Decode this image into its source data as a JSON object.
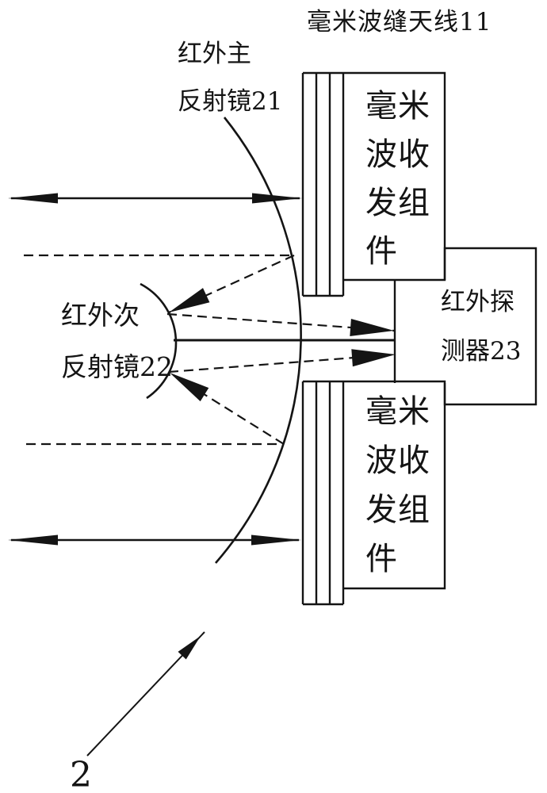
{
  "figure": {
    "background": "#ffffff",
    "ink": "#141414",
    "title_label": "毫米波缝天线11",
    "primary_mirror_label_line1": "红外主",
    "primary_mirror_label_line2": "反射镜21",
    "secondary_mirror_label_line1": "红外次",
    "secondary_mirror_label_line2": "反射镜22",
    "transceiver_line1": "毫米",
    "transceiver_line2": "波收",
    "transceiver_line3": "发组",
    "transceiver_line4": "件",
    "detector_label_line1": "红外探",
    "detector_label_line2": "测器23",
    "figure_number": "2"
  }
}
